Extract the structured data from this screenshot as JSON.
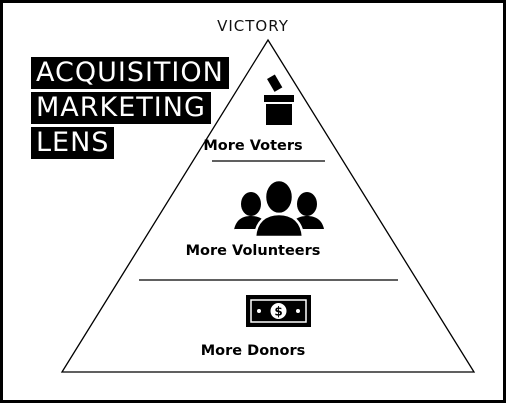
{
  "title": "VICTORY",
  "lens": {
    "lines": [
      "ACQUISITION",
      "MARKETING",
      "LENS"
    ]
  },
  "tiers": [
    {
      "label": "More Voters",
      "icon": "ballot-box-icon"
    },
    {
      "label": "More Volunteers",
      "icon": "people-icon"
    },
    {
      "label": "More Donors",
      "icon": "dollar-bill-icon"
    }
  ],
  "colors": {
    "ink": "#000000",
    "background": "#ffffff"
  }
}
